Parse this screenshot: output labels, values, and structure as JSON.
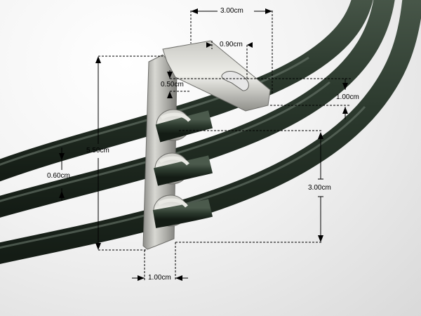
{
  "dimensions": {
    "clip_width": "3.00cm",
    "slot_width": "0.90cm",
    "bend_offset": "0.50cm",
    "tab_height": "1.00cm",
    "overall_height": "5.50cm",
    "tube_gap": "0.60cm",
    "clip_spacing": "3.00cm",
    "base_width": "1.00cm"
  },
  "colors": {
    "heating_tube": "#2a3a2c",
    "clip_metal": "#b9b9b4",
    "background": "#ececec",
    "dimension_line": "#000000"
  }
}
